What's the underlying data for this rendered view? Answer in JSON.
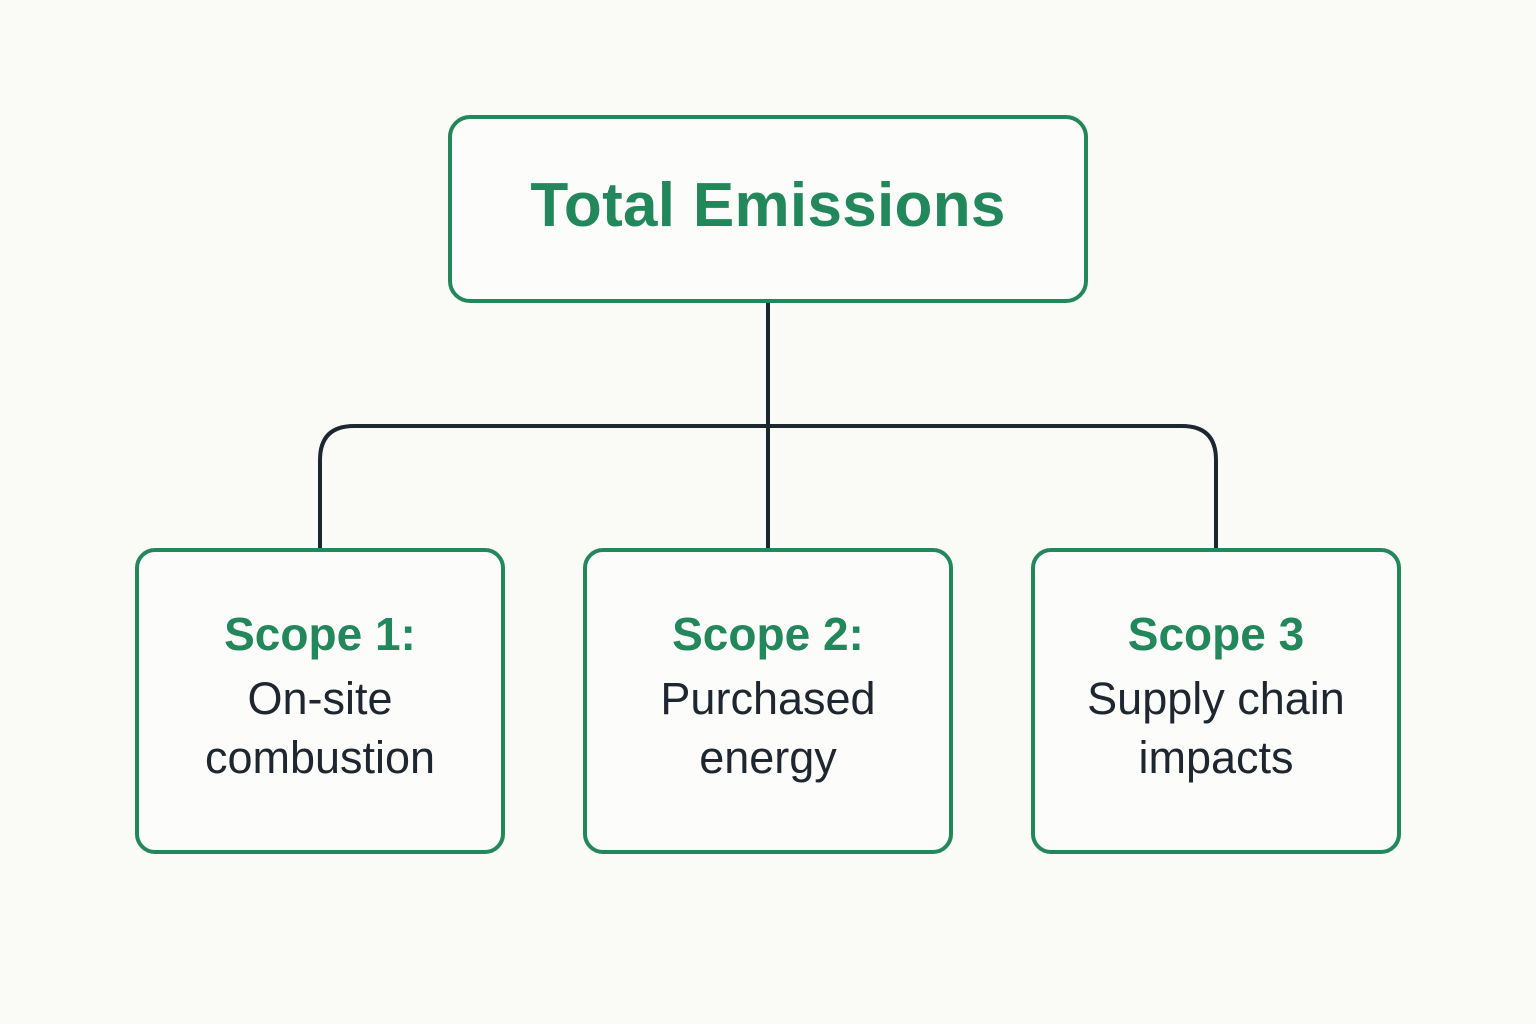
{
  "colors": {
    "background": "#fafaf7",
    "accent": "#22875a",
    "text": "#1e2630",
    "connector": "#1e2630"
  },
  "root": {
    "title": "Total Emissions"
  },
  "scopes": [
    {
      "heading": "Scope 1:",
      "description": "On-site combustion"
    },
    {
      "heading": "Scope 2:",
      "description": "Purchased energy"
    },
    {
      "heading": "Scope 3",
      "description": "Supply chain impacts"
    }
  ]
}
